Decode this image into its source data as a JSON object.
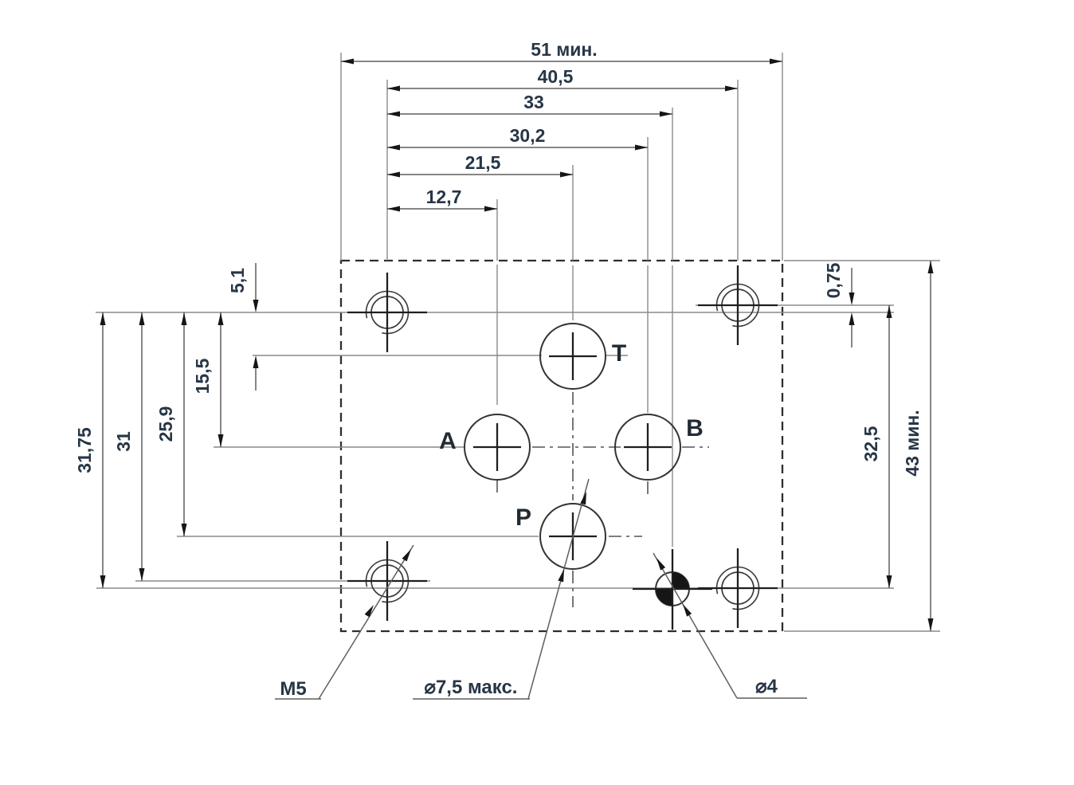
{
  "drawing_type": "valve-mounting-pattern-technical-drawing",
  "units_note_language": "russian",
  "colors": {
    "line": "#5f5f5f",
    "bold_line": "#1f1f1f",
    "text": "#273646",
    "pin_fill": "#111111"
  },
  "dims": {
    "top": [
      {
        "label": "51 мин."
      },
      {
        "label": "40,5"
      },
      {
        "label": "33"
      },
      {
        "label": "30,2"
      },
      {
        "label": "21,5"
      },
      {
        "label": "12,7"
      }
    ],
    "left": [
      {
        "label": "31,75"
      },
      {
        "label": "31"
      },
      {
        "label": "25,9"
      },
      {
        "label": "15,5"
      },
      {
        "label": "5,1"
      }
    ],
    "right": [
      {
        "label": "0,75"
      },
      {
        "label": "32,5"
      },
      {
        "label": "43 мин."
      }
    ]
  },
  "ports": {
    "t": "T",
    "a": "A",
    "b": "B",
    "p": "P"
  },
  "callouts": {
    "bolt_thread": "M5",
    "port_diameter": "⌀7,5 макс.",
    "pin_diameter": "⌀4"
  }
}
